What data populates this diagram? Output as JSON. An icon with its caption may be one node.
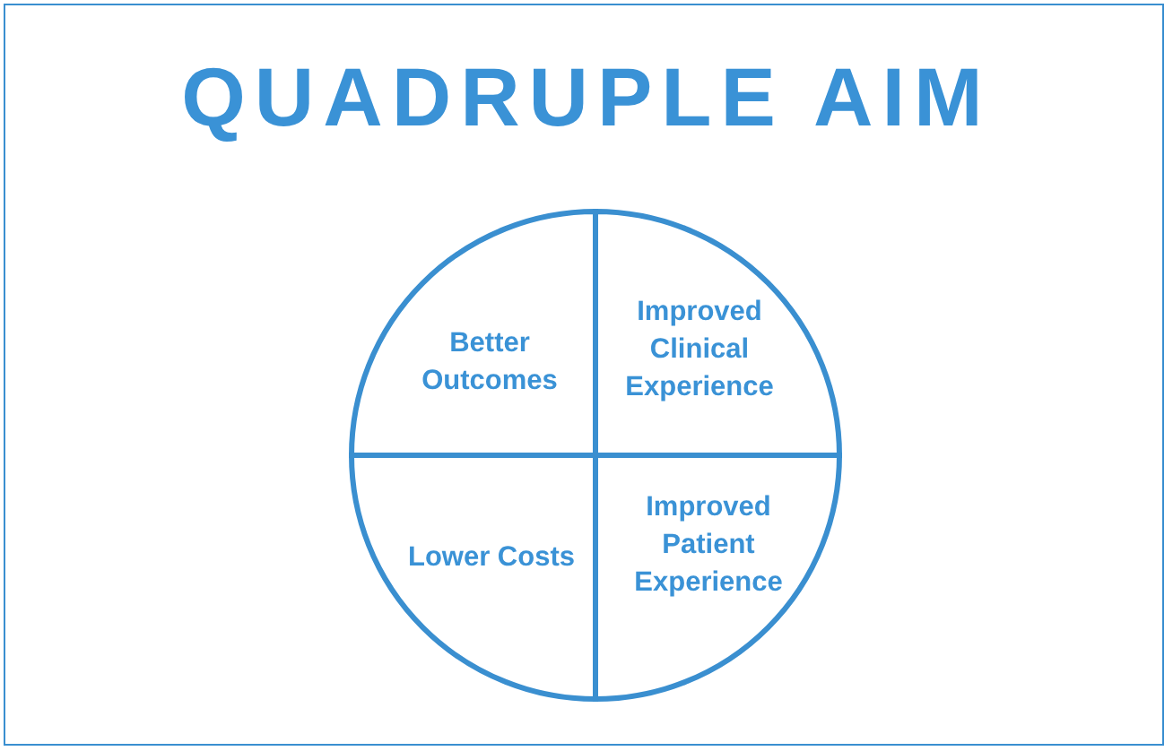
{
  "diagram": {
    "title": "QUADRUPLE AIM",
    "nodes": [
      {
        "text": [
          "Better Outcomes"
        ]
      },
      {
        "text": [
          "Improved Clinical Experience"
        ]
      },
      {
        "text": [
          "Lower Costs"
        ]
      },
      {
        "text": [
          "Improved Patient Experience"
        ]
      }
    ],
    "edges": []
  }
}
